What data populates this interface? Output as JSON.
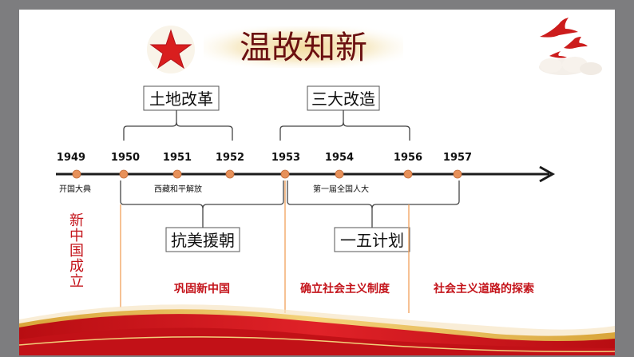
{
  "title": "温故知新",
  "years": [
    "1949",
    "1950",
    "1951",
    "1952",
    "1953",
    "1954",
    "1956",
    "1957"
  ],
  "events": {
    "e1949": "开国大典",
    "e1951": "西藏和平解放",
    "e1954": "第一届全国人大"
  },
  "upper_groups": {
    "land_reform": "土地改革",
    "three_transformations": "三大改造"
  },
  "lower_groups": {
    "resist_aid": "抗美援朝",
    "five_year_plan": "一五计划"
  },
  "side_label": "新中国成立",
  "stages": {
    "stage1": "巩固新中国",
    "stage2": "确立社会主义制度",
    "stage3": "社会主义道路的探索"
  },
  "colors": {
    "title_bg": "#e9cf8f",
    "title_text": "#6b1010",
    "timeline": "#1b1b1b",
    "dot": "#e7915a",
    "stage_red": "#c4141b",
    "divider": "#f0a05a",
    "box_border": "#555555",
    "bracket": "#444444"
  }
}
